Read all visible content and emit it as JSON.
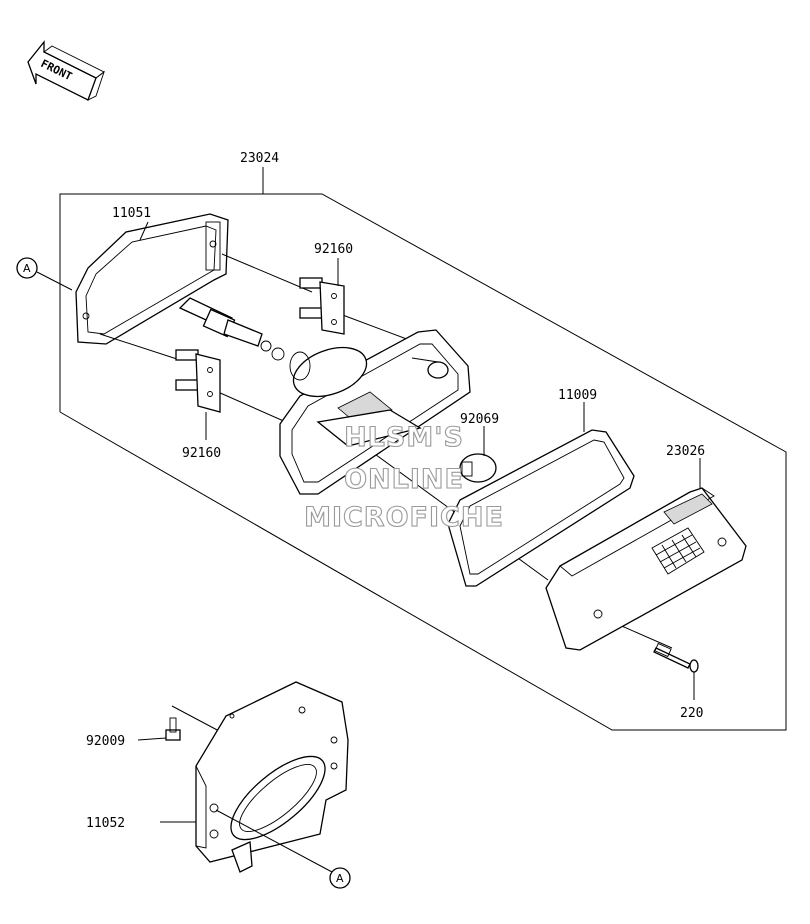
{
  "front_arrow": {
    "label": "FRONT"
  },
  "labels": {
    "assembly": "23024",
    "part_11051": "11051",
    "part_92160_top": "92160",
    "part_92160_bottom": "92160",
    "part_92069": "92069",
    "part_11009": "11009",
    "part_23026": "23026",
    "part_220": "220",
    "part_92009": "92009",
    "part_11052": "11052",
    "ref_a_left": "A",
    "ref_a_bottom": "A"
  },
  "watermark": {
    "line1": "HLSM'S",
    "line2": "ONLINE",
    "line3": "MICROFICHE"
  }
}
